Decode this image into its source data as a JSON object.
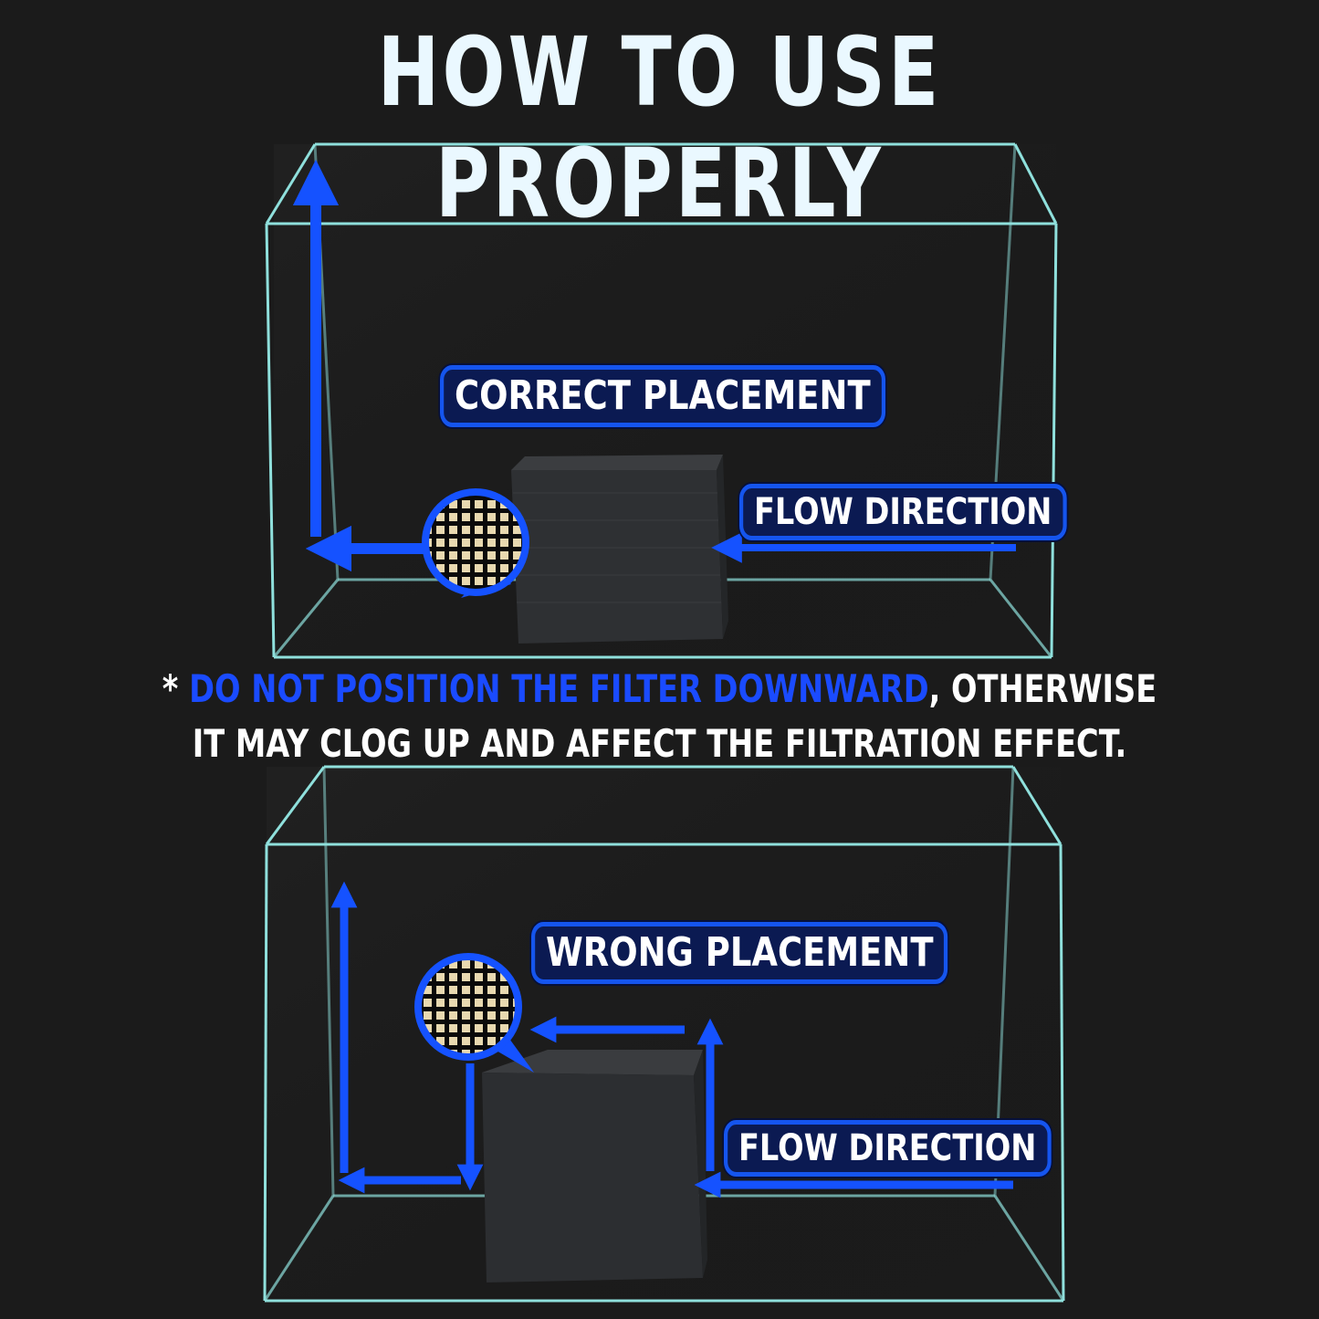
{
  "title": "HOW TO USE PROPERLY",
  "top_diagram": {
    "label": "CORRECT PLACEMENT",
    "flow_label": "FLOW DIRECTION"
  },
  "warning": {
    "marker": "* ",
    "highlight": "DO NOT POSITION THE FILTER DOWNWARD",
    "rest_line1": ", OTHERWISE",
    "line2": "IT MAY CLOG UP AND AFFECT THE FILTRATION EFFECT."
  },
  "bottom_diagram": {
    "label": "WRONG PLACEMENT",
    "flow_label": "FLOW DIRECTION"
  },
  "colors": {
    "background": "#1b1b1b",
    "tank_edge": "#8fe0dc",
    "arrow": "#1552ff",
    "pill_fill": "#0b1a52",
    "highlight_text": "#1a4bff",
    "cube": "#2e3033"
  },
  "icons": [
    "up-arrow-icon",
    "left-arrow-icon",
    "honeycomb-magnifier-icon",
    "filter-cube-icon"
  ]
}
